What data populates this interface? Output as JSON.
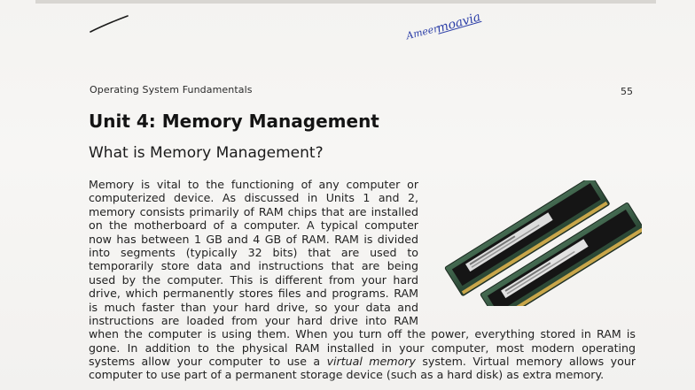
{
  "annotations": {
    "handwritten_name_line1": "Ameer",
    "handwritten_name_line2": "moavia"
  },
  "header": {
    "running_head": "Operating System Fundamentals",
    "page_number": "55"
  },
  "unit_title": "Unit 4: Memory Management",
  "section_heading": "What is Memory Management?",
  "body_lines": [
    "Memory is vital to the functioning of any computer or",
    "computerized device.  As discussed in Units 1 and 2,",
    "memory consists primarily of RAM chips that are installed",
    "on the motherboard of a computer.  A typical computer",
    "now has between 1 GB and 4 GB of RAM.  RAM is divided",
    "into segments (typically 32 bits) that are used to",
    "temporarily store data and instructions that are being",
    "used by the computer.  This is different from your hard",
    "drive, which permanently stores files and programs.  RAM",
    "is much faster than your hard drive, so your data and",
    "instructions are loaded from your hard drive into RAM",
    "when the computer is using them.  When you turn off the power, everything stored in RAM is",
    "gone.  In addition to the physical RAM installed in your computer, most modern operating"
  ],
  "line14": {
    "before": "systems allow your computer to use a ",
    "italic": "virtual memory",
    "after": " system.  Virtual memory allows your"
  },
  "body_last_line": "computer to use part of a permanent storage device (such as a hard disk) as extra memory.",
  "colors": {
    "handwriting_ink": "#2c3fa8",
    "ram_pcb": "#2f4f3b",
    "ram_chip": "#1a1a1a",
    "ram_label": "#dcdcdc"
  }
}
